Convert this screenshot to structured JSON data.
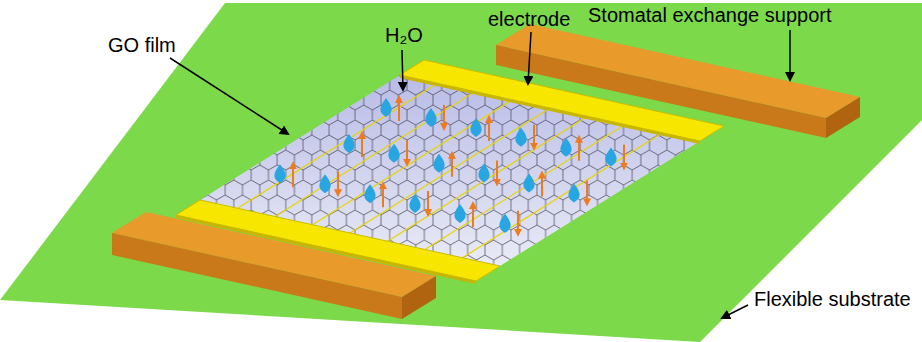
{
  "diagram": {
    "labels": [
      "GO film",
      "H₂O",
      "electrode",
      "Stomatal exchange support",
      "Flexible substrate"
    ]
  }
}
